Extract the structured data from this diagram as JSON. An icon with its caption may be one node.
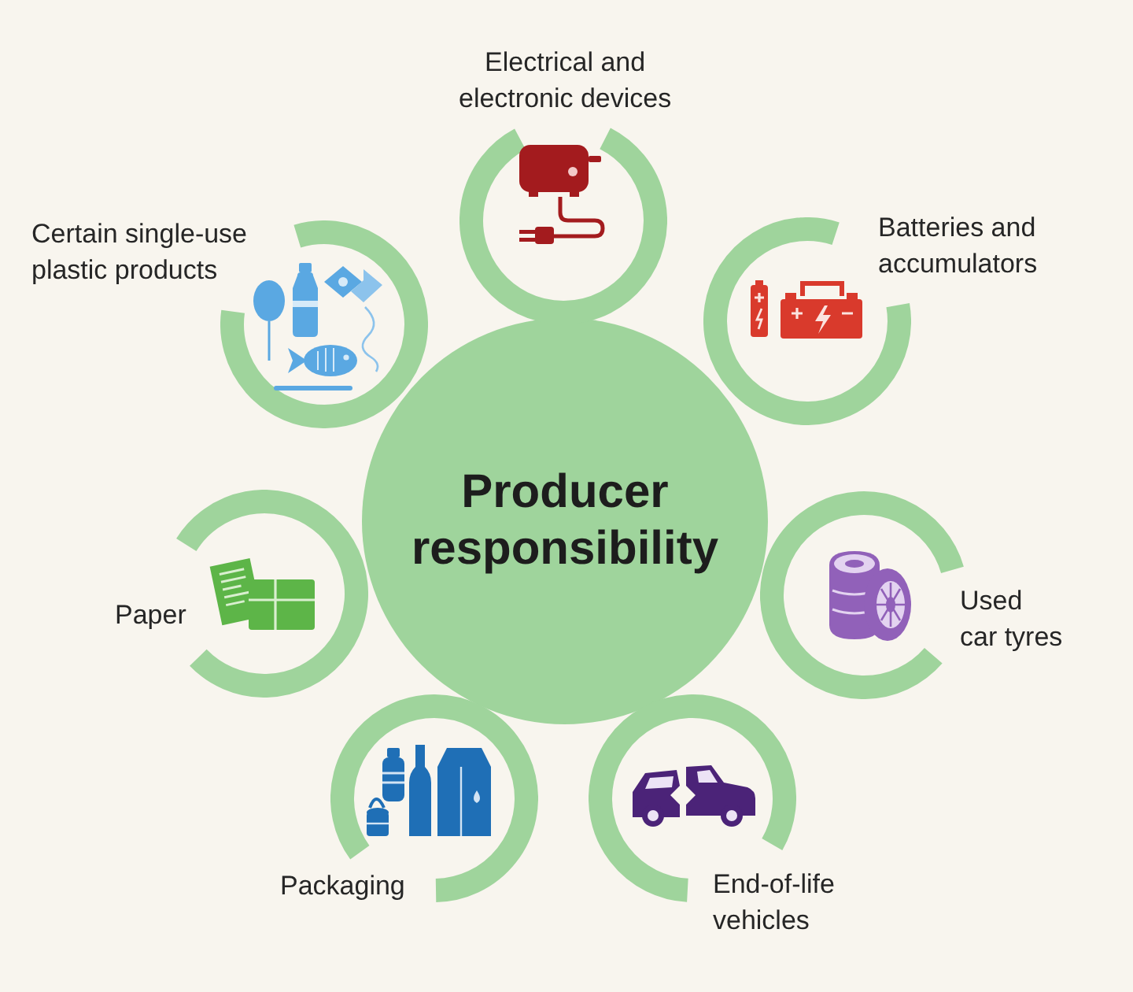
{
  "diagram": {
    "nodes": [
      {
        "text": [
          "Producer responsibility"
        ]
      },
      {
        "text": [
          "Electrical and electronic devices"
        ]
      },
      {
        "text": [
          "Batteries and accumulators"
        ]
      },
      {
        "text": [
          "Used car tyres"
        ]
      },
      {
        "text": [
          "End-of-life vehicles"
        ]
      },
      {
        "text": [
          "Packaging"
        ]
      },
      {
        "text": [
          "Paper"
        ]
      },
      {
        "text": [
          "Certain single-use plastic products"
        ]
      }
    ]
  }
}
